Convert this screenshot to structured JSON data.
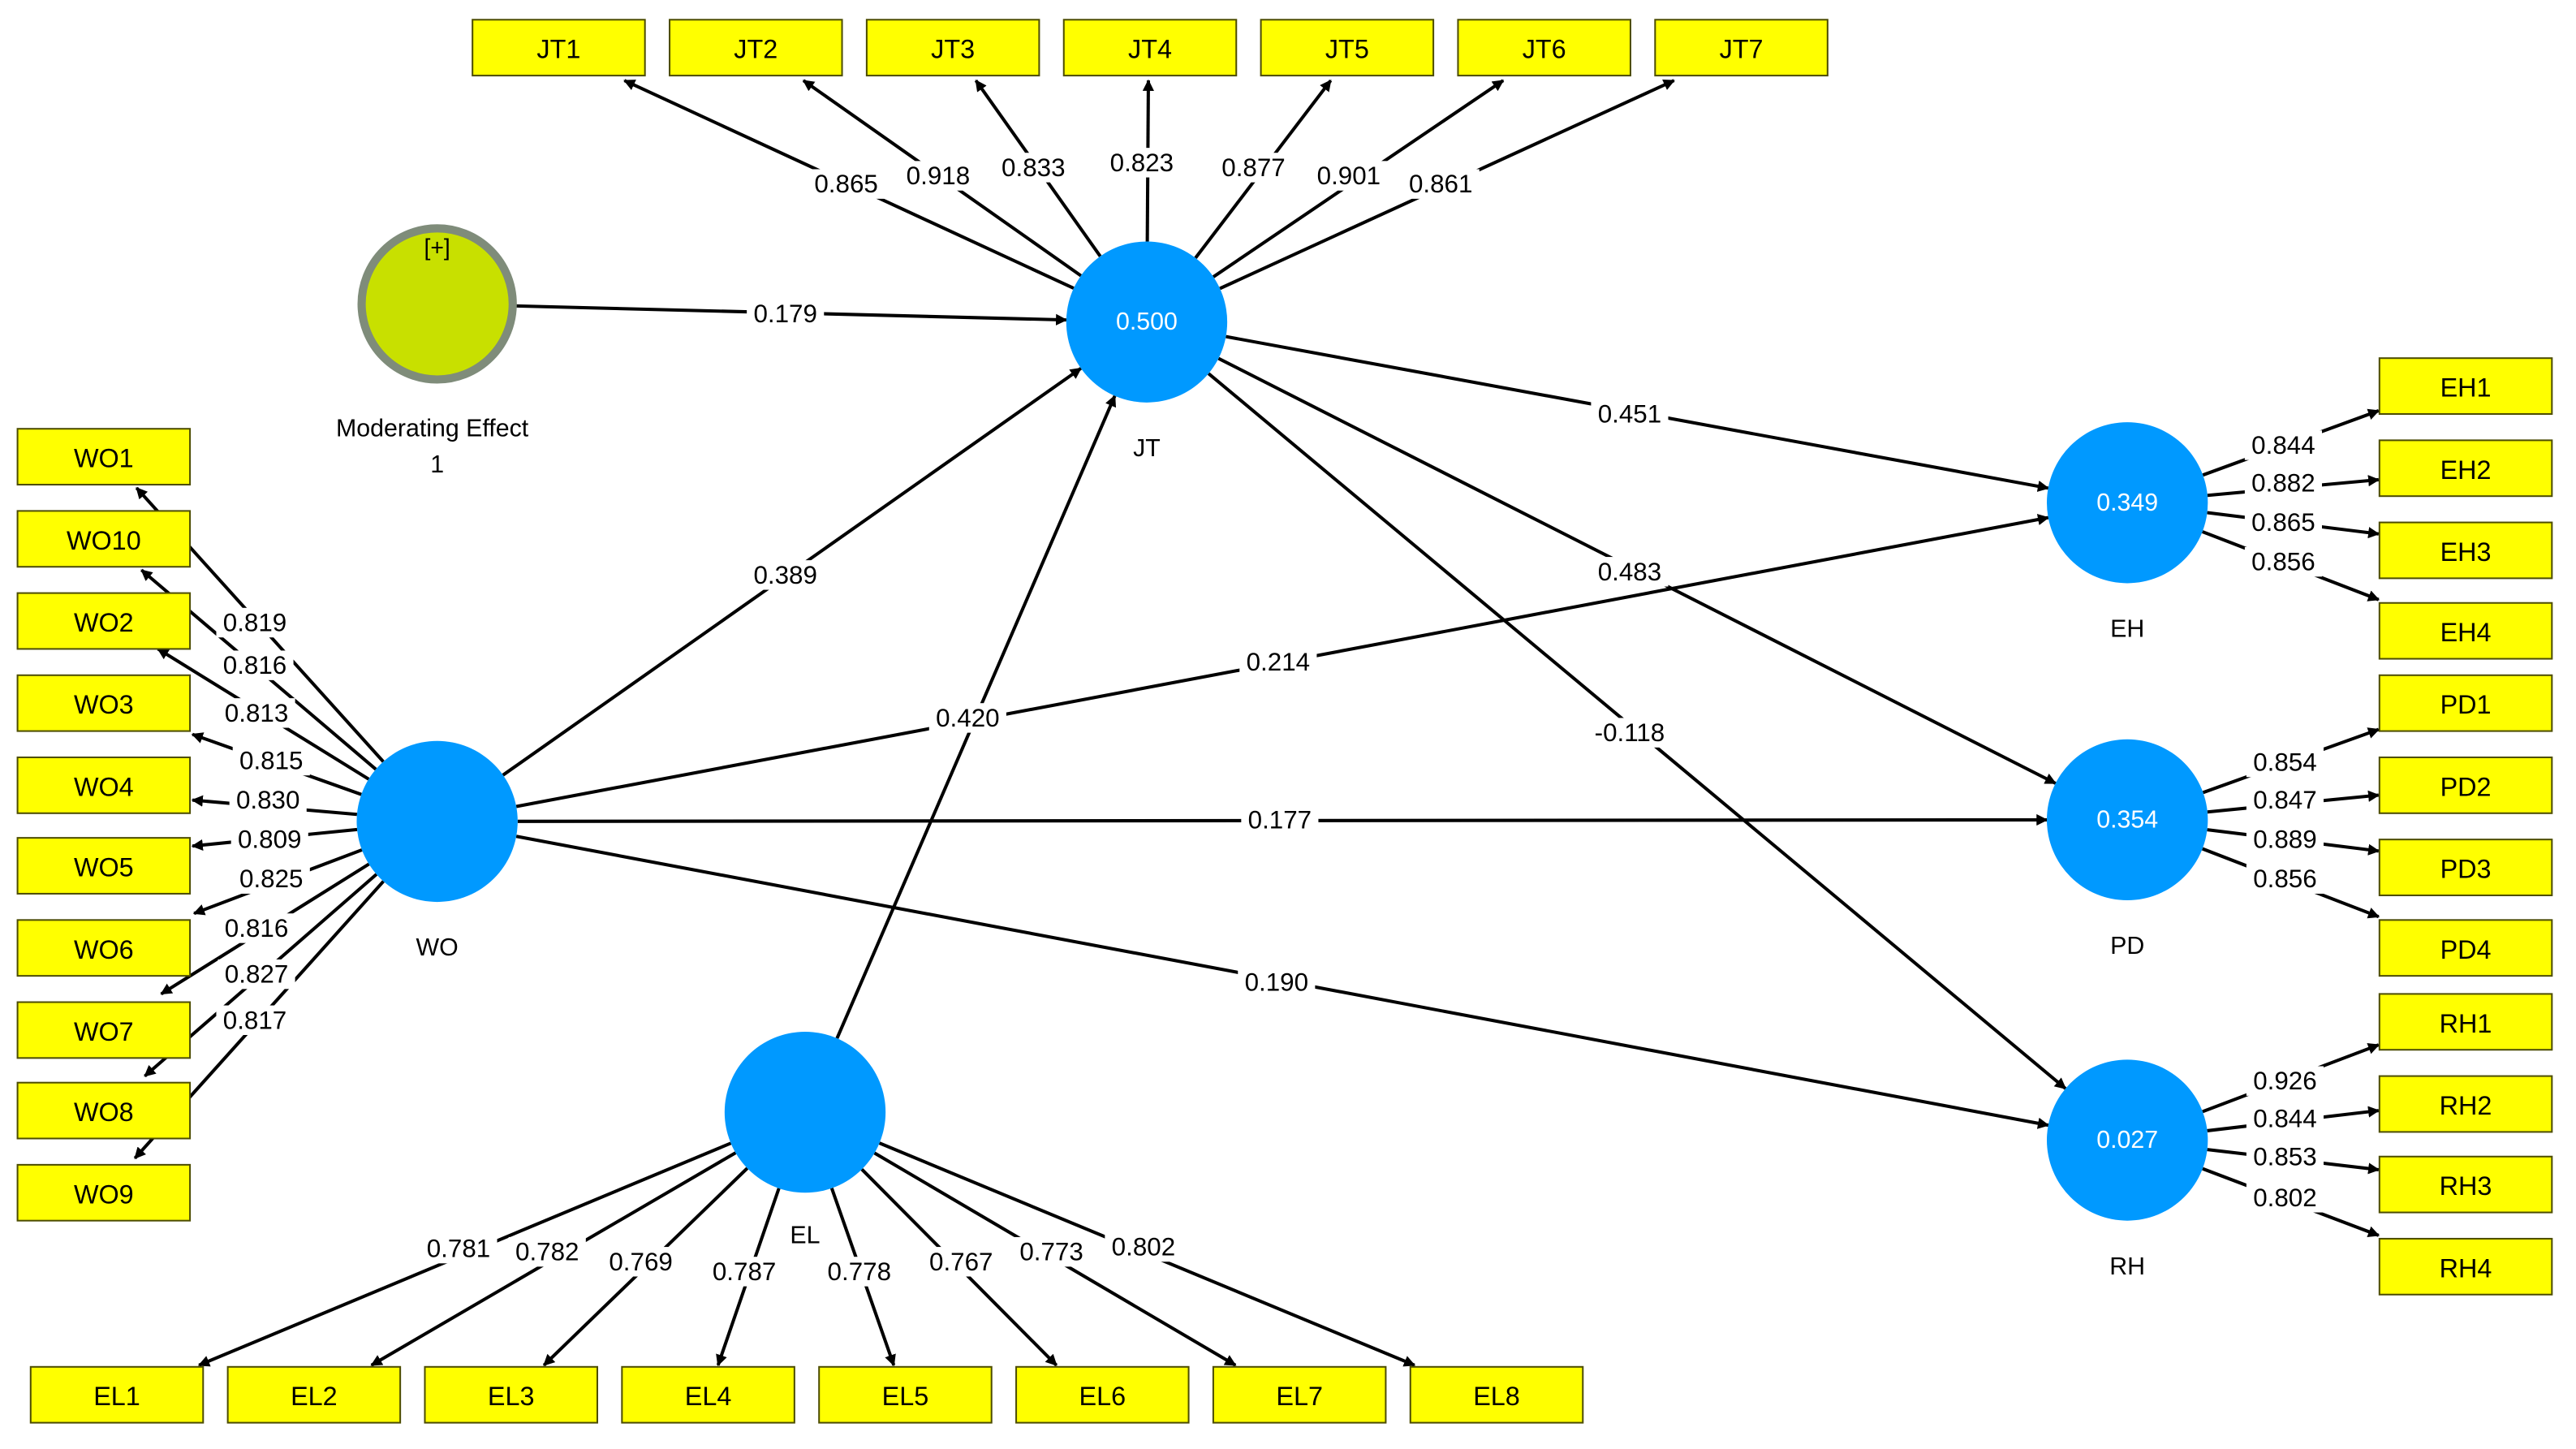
{
  "colors": {
    "indicator_fill": "#ffff00",
    "latent_fill": "#0099ff",
    "moderator_fill": "#c8e000",
    "moderator_ring": "#7f8c7a",
    "edge": "#000000"
  },
  "latents": {
    "JT": {
      "name": "JT",
      "r2": "0.500"
    },
    "WO": {
      "name": "WO",
      "r2": ""
    },
    "EL": {
      "name": "EL",
      "r2": ""
    },
    "EH": {
      "name": "EH",
      "r2": "0.349"
    },
    "PD": {
      "name": "PD",
      "r2": "0.354"
    },
    "RH": {
      "name": "RH",
      "r2": "0.027"
    },
    "MOD": {
      "name": "Moderating Effect 1",
      "symbol": "[+]"
    }
  },
  "indicators": {
    "JT": [
      "JT1",
      "JT2",
      "JT3",
      "JT4",
      "JT5",
      "JT6",
      "JT7"
    ],
    "WO": [
      "WO1",
      "WO10",
      "WO2",
      "WO3",
      "WO4",
      "WO5",
      "WO6",
      "WO7",
      "WO8",
      "WO9"
    ],
    "EL": [
      "EL1",
      "EL2",
      "EL3",
      "EL4",
      "EL5",
      "EL6",
      "EL7",
      "EL8"
    ],
    "EH": [
      "EH1",
      "EH2",
      "EH3",
      "EH4"
    ],
    "PD": [
      "PD1",
      "PD2",
      "PD3",
      "PD4"
    ],
    "RH": [
      "RH1",
      "RH2",
      "RH3",
      "RH4"
    ]
  },
  "loadings": {
    "JT": [
      "0.865",
      "0.918",
      "0.833",
      "0.823",
      "0.877",
      "0.901",
      "0.861"
    ],
    "WO": [
      "0.819",
      "0.816",
      "0.813",
      "0.815",
      "0.830",
      "0.809",
      "0.825",
      "0.816",
      "0.827",
      "0.817"
    ],
    "EL": [
      "0.781",
      "0.782",
      "0.769",
      "0.787",
      "0.778",
      "0.767",
      "0.773",
      "0.802"
    ],
    "EH": [
      "0.844",
      "0.882",
      "0.865",
      "0.856"
    ],
    "PD": [
      "0.854",
      "0.847",
      "0.889",
      "0.856"
    ],
    "RH": [
      "0.926",
      "0.844",
      "0.853",
      "0.802"
    ]
  },
  "paths": [
    {
      "from": "MOD",
      "to": "JT",
      "coef": "0.179"
    },
    {
      "from": "WO",
      "to": "JT",
      "coef": "0.389"
    },
    {
      "from": "EL",
      "to": "JT",
      "coef": "0.420"
    },
    {
      "from": "JT",
      "to": "EH",
      "coef": "0.451"
    },
    {
      "from": "JT",
      "to": "PD",
      "coef": "0.483"
    },
    {
      "from": "JT",
      "to": "RH",
      "coef": "-0.118"
    },
    {
      "from": "WO",
      "to": "EH",
      "coef": "0.214"
    },
    {
      "from": "WO",
      "to": "PD",
      "coef": "0.177"
    },
    {
      "from": "WO",
      "to": "RH",
      "coef": "0.190"
    }
  ]
}
